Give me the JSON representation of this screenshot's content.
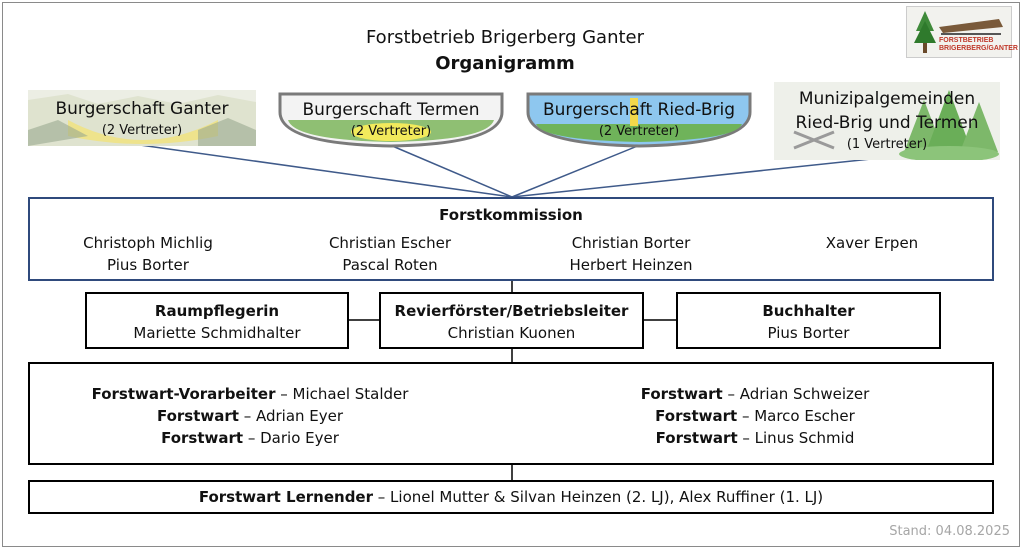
{
  "title": "Forstbetrieb Brigerberg Ganter",
  "subtitle": "Organigramm",
  "logo": {
    "line1": "FORSTBETRIEB",
    "line2": "BRIGERBERG/GANTER"
  },
  "bodies": [
    {
      "name": "Burgerschaft Ganter",
      "reps": "(2 Vertreter)"
    },
    {
      "name": "Burgerschaft Termen",
      "reps": "(2 Vertreter)"
    },
    {
      "name": "Burgerschaft Ried-Brig",
      "reps": "(2 Vertreter)"
    },
    {
      "name_line1": "Munizipalgemeinden",
      "name_line2": "Ried-Brig und Termen",
      "reps": "(1 Vertreter)"
    }
  ],
  "commission": {
    "title": "Forstkommission",
    "members": [
      [
        "Christoph Michlig",
        "Pius Borter"
      ],
      [
        "Christian Escher",
        "Pascal Roten"
      ],
      [
        "Christian Borter",
        "Herbert Heinzen"
      ],
      [
        "Xaver Erpen"
      ]
    ]
  },
  "roles": {
    "left": {
      "title": "Raumpflegerin",
      "name": "Mariette Schmidhalter"
    },
    "center": {
      "title": "Revierförster/Betriebsleiter",
      "name": "Christian Kuonen"
    },
    "right": {
      "title": "Buchhalter",
      "name": "Pius Borter"
    }
  },
  "staff": {
    "left": [
      {
        "role": "Forstwart-Vorarbeiter",
        "name": " – Michael Stalder"
      },
      {
        "role": "Forstwart",
        "name": " – Adrian Eyer"
      },
      {
        "role": "Forstwart",
        "name": " – Dario Eyer"
      }
    ],
    "right": [
      {
        "role": "Forstwart",
        "name": " – Adrian Schweizer"
      },
      {
        "role": "Forstwart",
        "name": " – Marco Escher"
      },
      {
        "role": "Forstwart",
        "name": " – Linus Schmid"
      }
    ]
  },
  "apprentices": {
    "role": "Forstwart Lernender",
    "text": " – Lionel Mutter & Silvan Heinzen (2. LJ), Alex Ruffiner (1. LJ)"
  },
  "footer": "Stand: 04.08.2025",
  "colors": {
    "commission_border": "#2f4a7c",
    "connector": "#3f5a8a",
    "box_border": "#000000",
    "footer_text": "#a6a6a6"
  }
}
